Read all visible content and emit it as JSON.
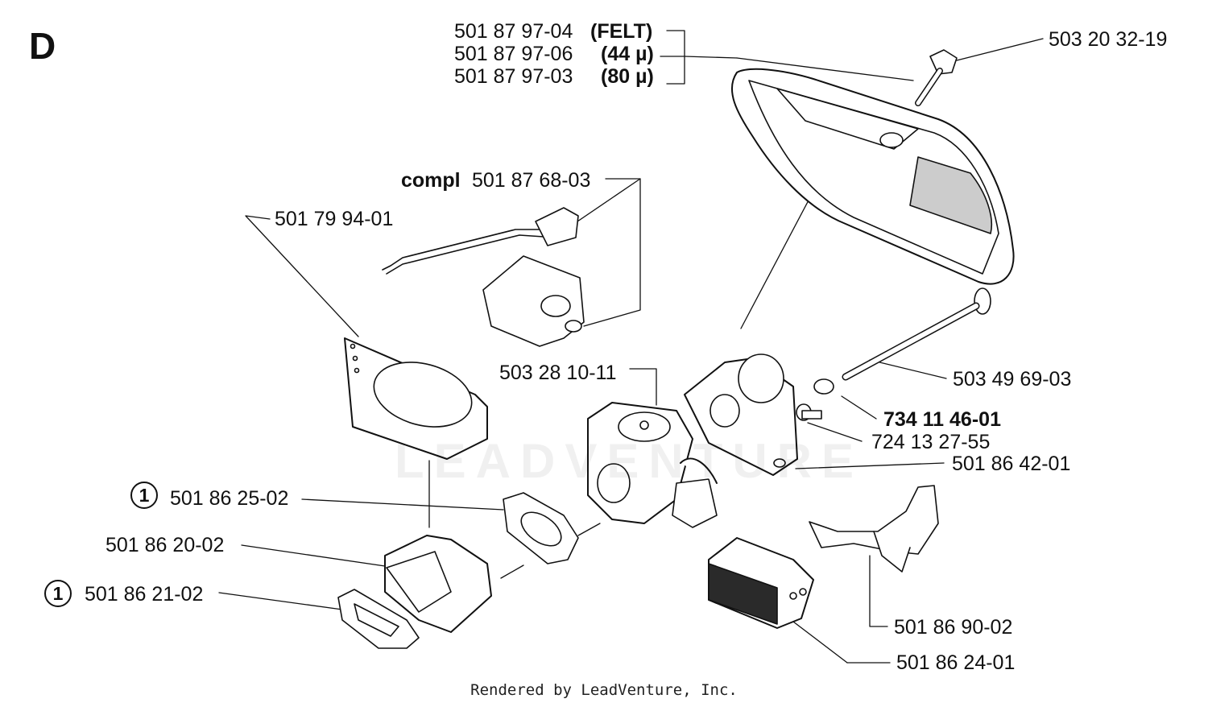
{
  "section_letter": "D",
  "footer": "Rendered by LeadVenture, Inc.",
  "watermark": "LEADVENTURE",
  "labels": {
    "felt_part": "501 87 97-04",
    "felt_note": "(FELT)",
    "filter44_part": "501 87 97-06",
    "filter44_note": "(44 µ)",
    "filter80_part": "501 87 97-03",
    "filter80_note": "(80 µ)",
    "screw_top": "503 20 32-19",
    "compl_prefix": "compl",
    "compl_part": "501 87 68-03",
    "gasket_plate": "501 79 94-01",
    "carburetor": "503 28 10-11",
    "long_bolt": "503 49 69-03",
    "washer": "734 11 46-01",
    "small_screw": "724 13 27-55",
    "adapter": "501 86 42-01",
    "gasket_small": "501 86 25-02",
    "intake": "501 86 20-02",
    "gasket_bottom": "501 86 21-02",
    "choke_lever": "501 86 90-02",
    "filter_bottom": "501 86 24-01",
    "callout_marker": "1"
  },
  "icons": [
    "air-filter-cover",
    "screw",
    "choke-lever",
    "carburetor",
    "gasket"
  ]
}
